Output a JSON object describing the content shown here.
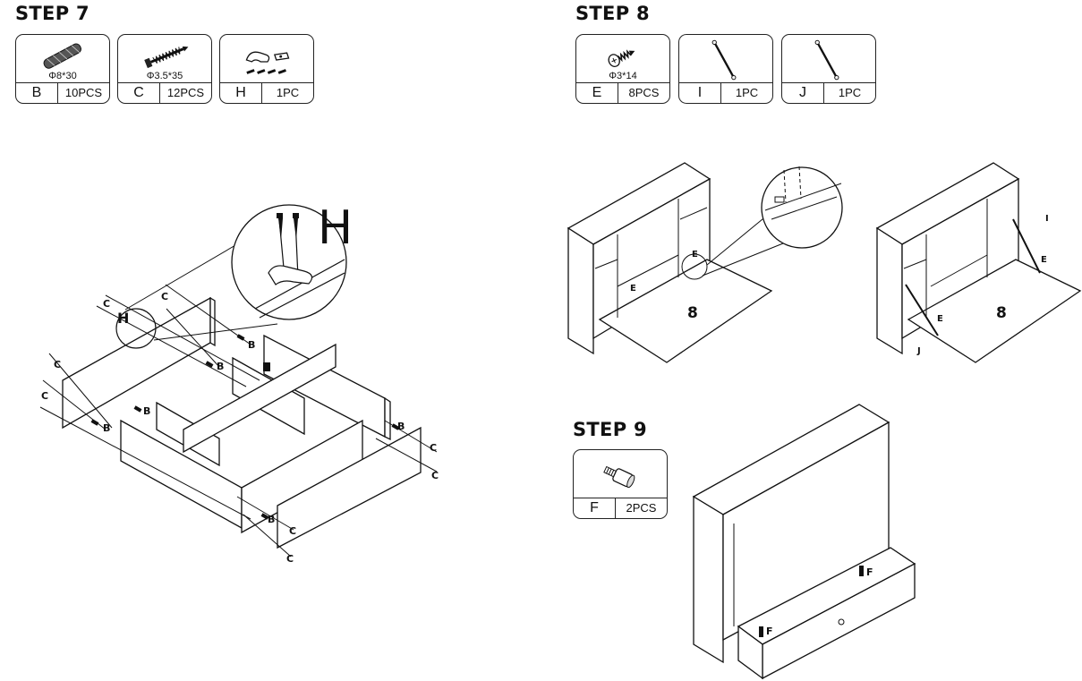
{
  "steps": [
    {
      "title": "STEP 7",
      "parts": [
        {
          "letter": "B",
          "dimension": "Φ8*30",
          "quantity": "10PCS",
          "icon": "wooden-dowel-icon"
        },
        {
          "letter": "C",
          "dimension": "Φ3.5*35",
          "quantity": "12PCS",
          "icon": "wood-screw-icon"
        },
        {
          "letter": "H",
          "dimension": "",
          "quantity": "1PC",
          "icon": "hinge-hook-icon"
        }
      ],
      "callouts": {
        "B": "B",
        "C": "C",
        "H": "H"
      }
    },
    {
      "title": "STEP 8",
      "parts": [
        {
          "letter": "E",
          "dimension": "Φ3*14",
          "quantity": "8PCS",
          "icon": "short-screw-icon"
        },
        {
          "letter": "I",
          "dimension": "",
          "quantity": "1PC",
          "icon": "support-stay-icon"
        },
        {
          "letter": "J",
          "dimension": "",
          "quantity": "1PC",
          "icon": "support-stay-icon"
        }
      ],
      "callouts": {
        "E": "E",
        "I": "I",
        "J": "J",
        "panel": "8"
      }
    },
    {
      "title": "STEP 9",
      "parts": [
        {
          "letter": "F",
          "dimension": "",
          "quantity": "2PCS",
          "icon": "knob-icon"
        }
      ],
      "callouts": {
        "F": "F"
      }
    }
  ]
}
